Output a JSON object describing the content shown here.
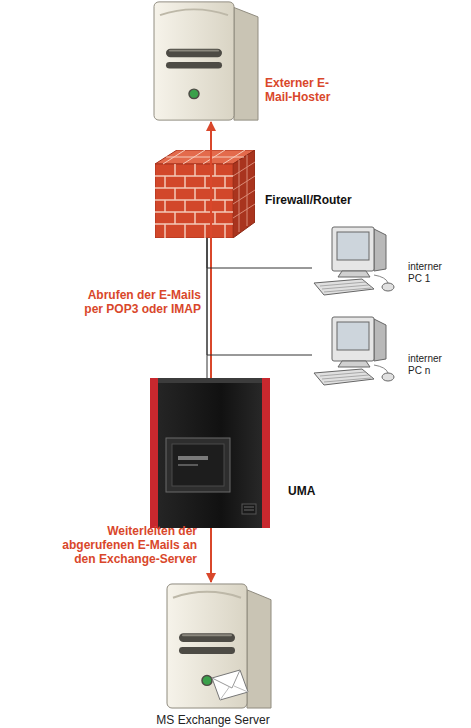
{
  "diagram": {
    "nodes": [
      {
        "text": [
          "Externer E-Mail-Hoster"
        ]
      },
      {
        "text": [
          "Firewall/Router"
        ]
      },
      {
        "text": [
          "interner PC 1"
        ]
      },
      {
        "text": [
          "interner PC n"
        ]
      },
      {
        "text": [
          "UMA"
        ]
      },
      {
        "text": [
          "MS Exchange Server"
        ]
      }
    ],
    "edges": [
      {
        "from": 4,
        "to": 0,
        "arrow": "to",
        "label": "Abrufen der E-Mails per POP3 oder IMAP"
      },
      {
        "from": 1,
        "to": 2,
        "arrow": "none"
      },
      {
        "from": 1,
        "to": 3,
        "arrow": "none"
      },
      {
        "from": 1,
        "to": 4,
        "arrow": "none"
      },
      {
        "from": 4,
        "to": 5,
        "arrow": "to",
        "label": "Weiterleiten der abgerufenen E-Mails an den Exchange-Server"
      }
    ]
  }
}
